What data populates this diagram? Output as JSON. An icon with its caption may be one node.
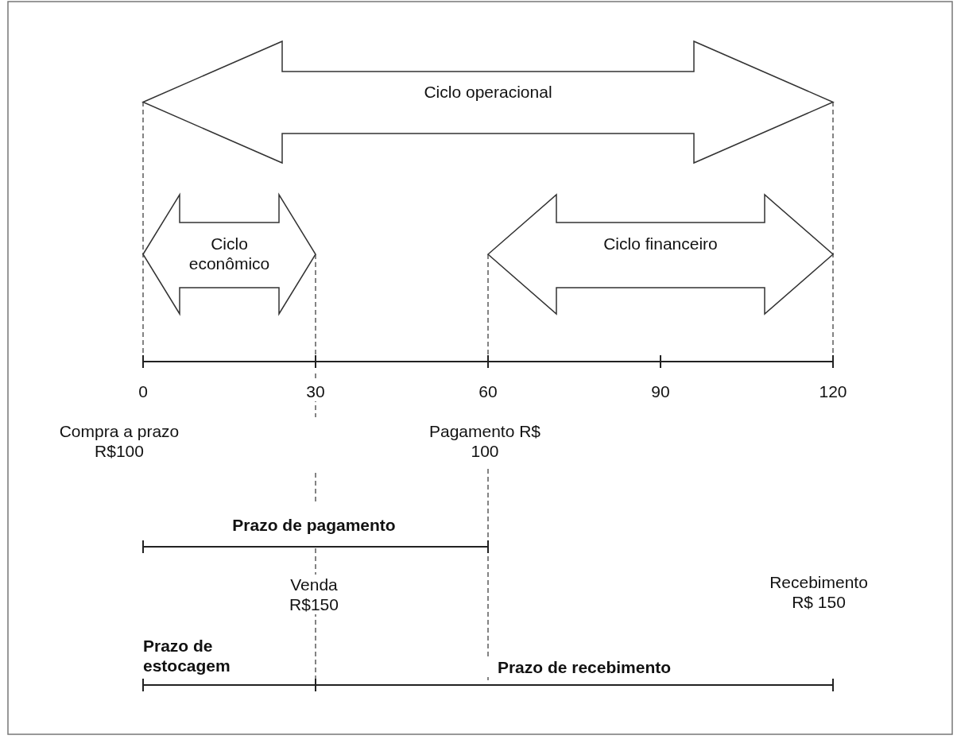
{
  "diagram": {
    "nodes": [
      {
        "text": [
          "Ciclo operacional"
        ]
      },
      {
        "text": [
          "Ciclo econômico"
        ]
      },
      {
        "text": [
          "Ciclo financeiro"
        ]
      }
    ],
    "labels": [
      "0",
      "30",
      "60",
      "90",
      "120",
      "Compra a prazo R$100",
      "Pagamento R$ 100",
      "Prazo de pagamento",
      "Venda R$150",
      "Recebimento R$ 150",
      "Prazo de estocagem",
      "Prazo de recebimento"
    ]
  }
}
